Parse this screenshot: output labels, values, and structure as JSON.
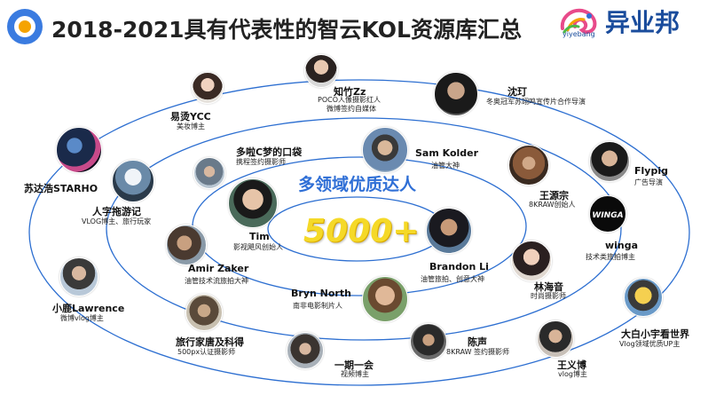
{
  "header": {
    "title": "2018-2021具有代表性的智云KOL资源库汇总"
  },
  "brand": {
    "name": "异业邦",
    "sub": "yiyebang"
  },
  "center": {
    "label": "多领域优质达人",
    "number": "5000+"
  },
  "kols": [
    {
      "name": "知竹Zz",
      "desc": "POCO人像摄影红人",
      "desc2": "微博签约自媒体"
    },
    {
      "name": "沈玎",
      "desc": "冬奥冠军苏翊鸣宣传片合作导演"
    },
    {
      "name": "易烫YCC",
      "desc": "美妆博主"
    },
    {
      "name": "多啦C梦的口袋",
      "desc": "携程签约摄影师"
    },
    {
      "name": "Sam Kolder",
      "desc": "油管大神"
    },
    {
      "name": "苏达浩STARHO",
      "desc": ""
    },
    {
      "name": "人字拖游记",
      "desc": "VLOG博主、旅行玩家"
    },
    {
      "name": "Tim",
      "desc": "影视飓风创始人"
    },
    {
      "name": "王源宗",
      "desc": "8KRAW创始人"
    },
    {
      "name": "Flypig",
      "desc": "广告导演"
    },
    {
      "name": "winga",
      "desc": "技术类旅拍博主"
    },
    {
      "name": "Amir Zaker",
      "desc": "油管技术流旅拍大神"
    },
    {
      "name": "Brandon Li",
      "desc": "油管旅拍、创意大神"
    },
    {
      "name": "林海音",
      "desc": "时尚摄影师"
    },
    {
      "name": "Bryn North",
      "desc": "南非电影制片人"
    },
    {
      "name": "小鹿Lawrence",
      "desc": "微博vlog博主"
    },
    {
      "name": "大白小宇看世界",
      "desc": "Vlog领域优质UP主"
    },
    {
      "name": "旅行家唐及科得",
      "desc": "500px认证摄影师"
    },
    {
      "name": "陈声",
      "desc": "8KRAW 签约摄影师"
    },
    {
      "name": "一期一会",
      "desc": "视频博主"
    },
    {
      "name": "王义博",
      "desc": "vlog博主"
    }
  ],
  "colors": {
    "orbit": "#2d6fd1",
    "accent_blue": "#2f6fd6",
    "number_yellow": "#f5d928",
    "brand_blue": "#1a4c9c"
  }
}
